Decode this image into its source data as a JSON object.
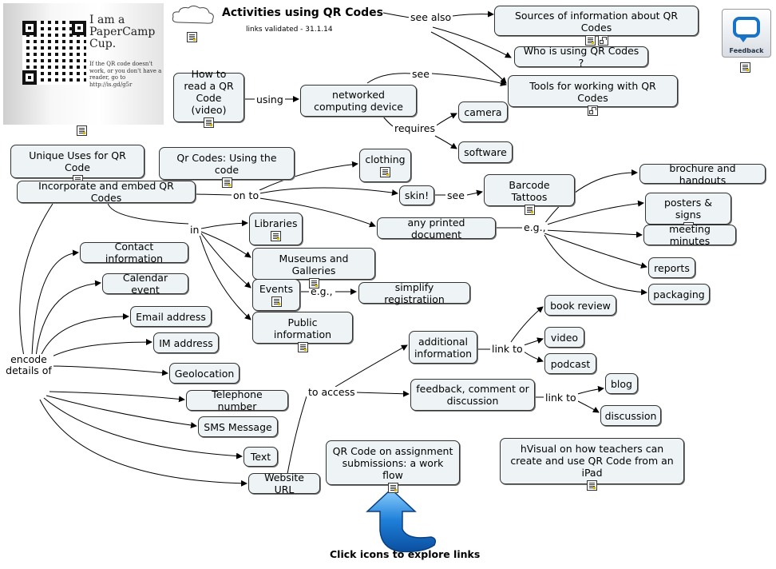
{
  "header": {
    "title": "Activities using QR Codes",
    "subtitle": "links validated - 31.1.14"
  },
  "photo": {
    "cup_text": "I am a PaperCamp Cup.",
    "cup_small": "If the QR code doesn't work, or you don't have a reader, go to http://is.gd/g5r"
  },
  "feedback": {
    "label": "Feedback"
  },
  "footer": {
    "instruction": "Click icons to explore links"
  },
  "nodes": {
    "sources": "Sources of information about QR Codes",
    "who_using": "Who is using QR Codes ?",
    "tools": "Tools for working with QR Codes",
    "how_to_read": "How to read a QR Code (video)",
    "networked": "networked computing device",
    "camera": "camera",
    "software": "software",
    "unique_uses": "Unique Uses for QR Code",
    "qr_using": "Qr Codes: Using the code",
    "incorporate": "Incorporate and embed QR Codes",
    "clothing": "clothing",
    "skin": "skin!",
    "barcode_tattoos": "Barcode Tattoos",
    "printed_doc": "any printed document",
    "brochure": "brochure and handouts",
    "posters": "posters & signs",
    "meeting_minutes": "meeting minutes",
    "reports": "reports",
    "packaging": "packaging",
    "libraries": "Libraries",
    "museums": "Museums and Galleries",
    "events": "Events",
    "simplify": "simplify registratiion",
    "public_info": "Public information",
    "contact": "Contact information",
    "calendar": "Calendar event",
    "email": "Email address",
    "im": "IM address",
    "geolocation": "Geolocation",
    "telephone": "Telephone number",
    "sms": "SMS Message",
    "text": "Text",
    "website": "Website URL",
    "additional": "additional information",
    "feedback_node": "feedback, comment or discussion",
    "book_review": "book review",
    "video": "video",
    "podcast": "podcast",
    "blog": "blog",
    "discussion": "discussion",
    "assignment": "QR Code on assignment submissions: a work flow",
    "hvisual": "hVisual on how teachers can create and use QR Code from an iPad"
  },
  "links": {
    "see_also": "see also",
    "see": "see",
    "using": "using",
    "requires": "requires",
    "on_to": "on to",
    "see2": "see",
    "eg1": "e.g.,",
    "in": "in",
    "eg2": "e.g.,",
    "encode": "encode details of",
    "to_access": "to access",
    "link_to1": "link to",
    "link_to2": "link to"
  },
  "icons": {
    "resource": "document-icon",
    "concept_map": "concept-map-icon",
    "feedback": "speech-bubble-icon",
    "cloud": "cloud-icon",
    "arrow": "curved-arrow-icon"
  }
}
